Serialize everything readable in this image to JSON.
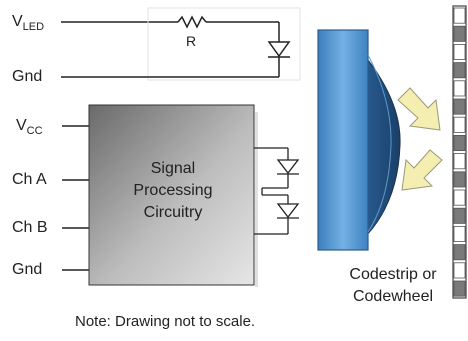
{
  "pins": {
    "vled": {
      "main": "V",
      "sub": "LED"
    },
    "gnd_top": "Gnd",
    "vcc": {
      "main": "V",
      "sub": "CC"
    },
    "ch_a": "Ch A",
    "ch_b": "Ch B",
    "gnd_bottom": "Gnd"
  },
  "resistor_label": "R",
  "box_label": [
    "Signal",
    "Processing",
    "Circuitry"
  ],
  "codestrip_label": [
    "Codestrip or",
    "Codewheel"
  ],
  "note": "Note: Drawing not to scale.",
  "colors": {
    "box_dark": "#4a4a4a",
    "box_light": "#d9d9d9",
    "lens_blue": "#4b8fc8",
    "arrow_yellow": "#f2e9a6",
    "strip_gray": "#7a7a7a"
  },
  "icons": [
    "resistor-icon",
    "photodiode-icon",
    "led-icon",
    "light-arrow-icon"
  ]
}
